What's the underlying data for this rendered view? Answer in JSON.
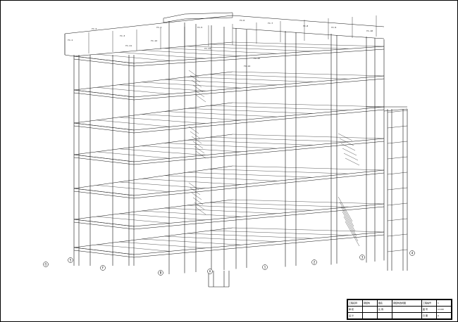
{
  "drawing": {
    "member_tags": [
      "YJ-1",
      "YJ-2",
      "YJ-3",
      "YJ-4",
      "YJ-5",
      "YJ-6",
      "YJ-7",
      "YJ-8",
      "YJ-9",
      "YJ-10",
      "YJ-11",
      "YJ-12",
      "YJ-13",
      "YJ-14",
      "YJ-15"
    ],
    "axis_labels": [
      "G",
      "F",
      "B",
      "A",
      "1",
      "2",
      "3",
      "4",
      "5"
    ]
  },
  "title_block": {
    "project_label": "工程名称",
    "project_value": "钢结构",
    "row2_label": "审 核",
    "row3_label": "设 计",
    "sheet_name_label": "图名",
    "sheet_name_value": "钢结构透视图",
    "scale_label": "比 例",
    "scale_value": "",
    "drawing_no_label": "工程编号",
    "drawing_no_value": "1",
    "sheet_label": "图 号",
    "sheet_value": "1:100",
    "date_label": "日 期",
    "date_value": "A"
  }
}
